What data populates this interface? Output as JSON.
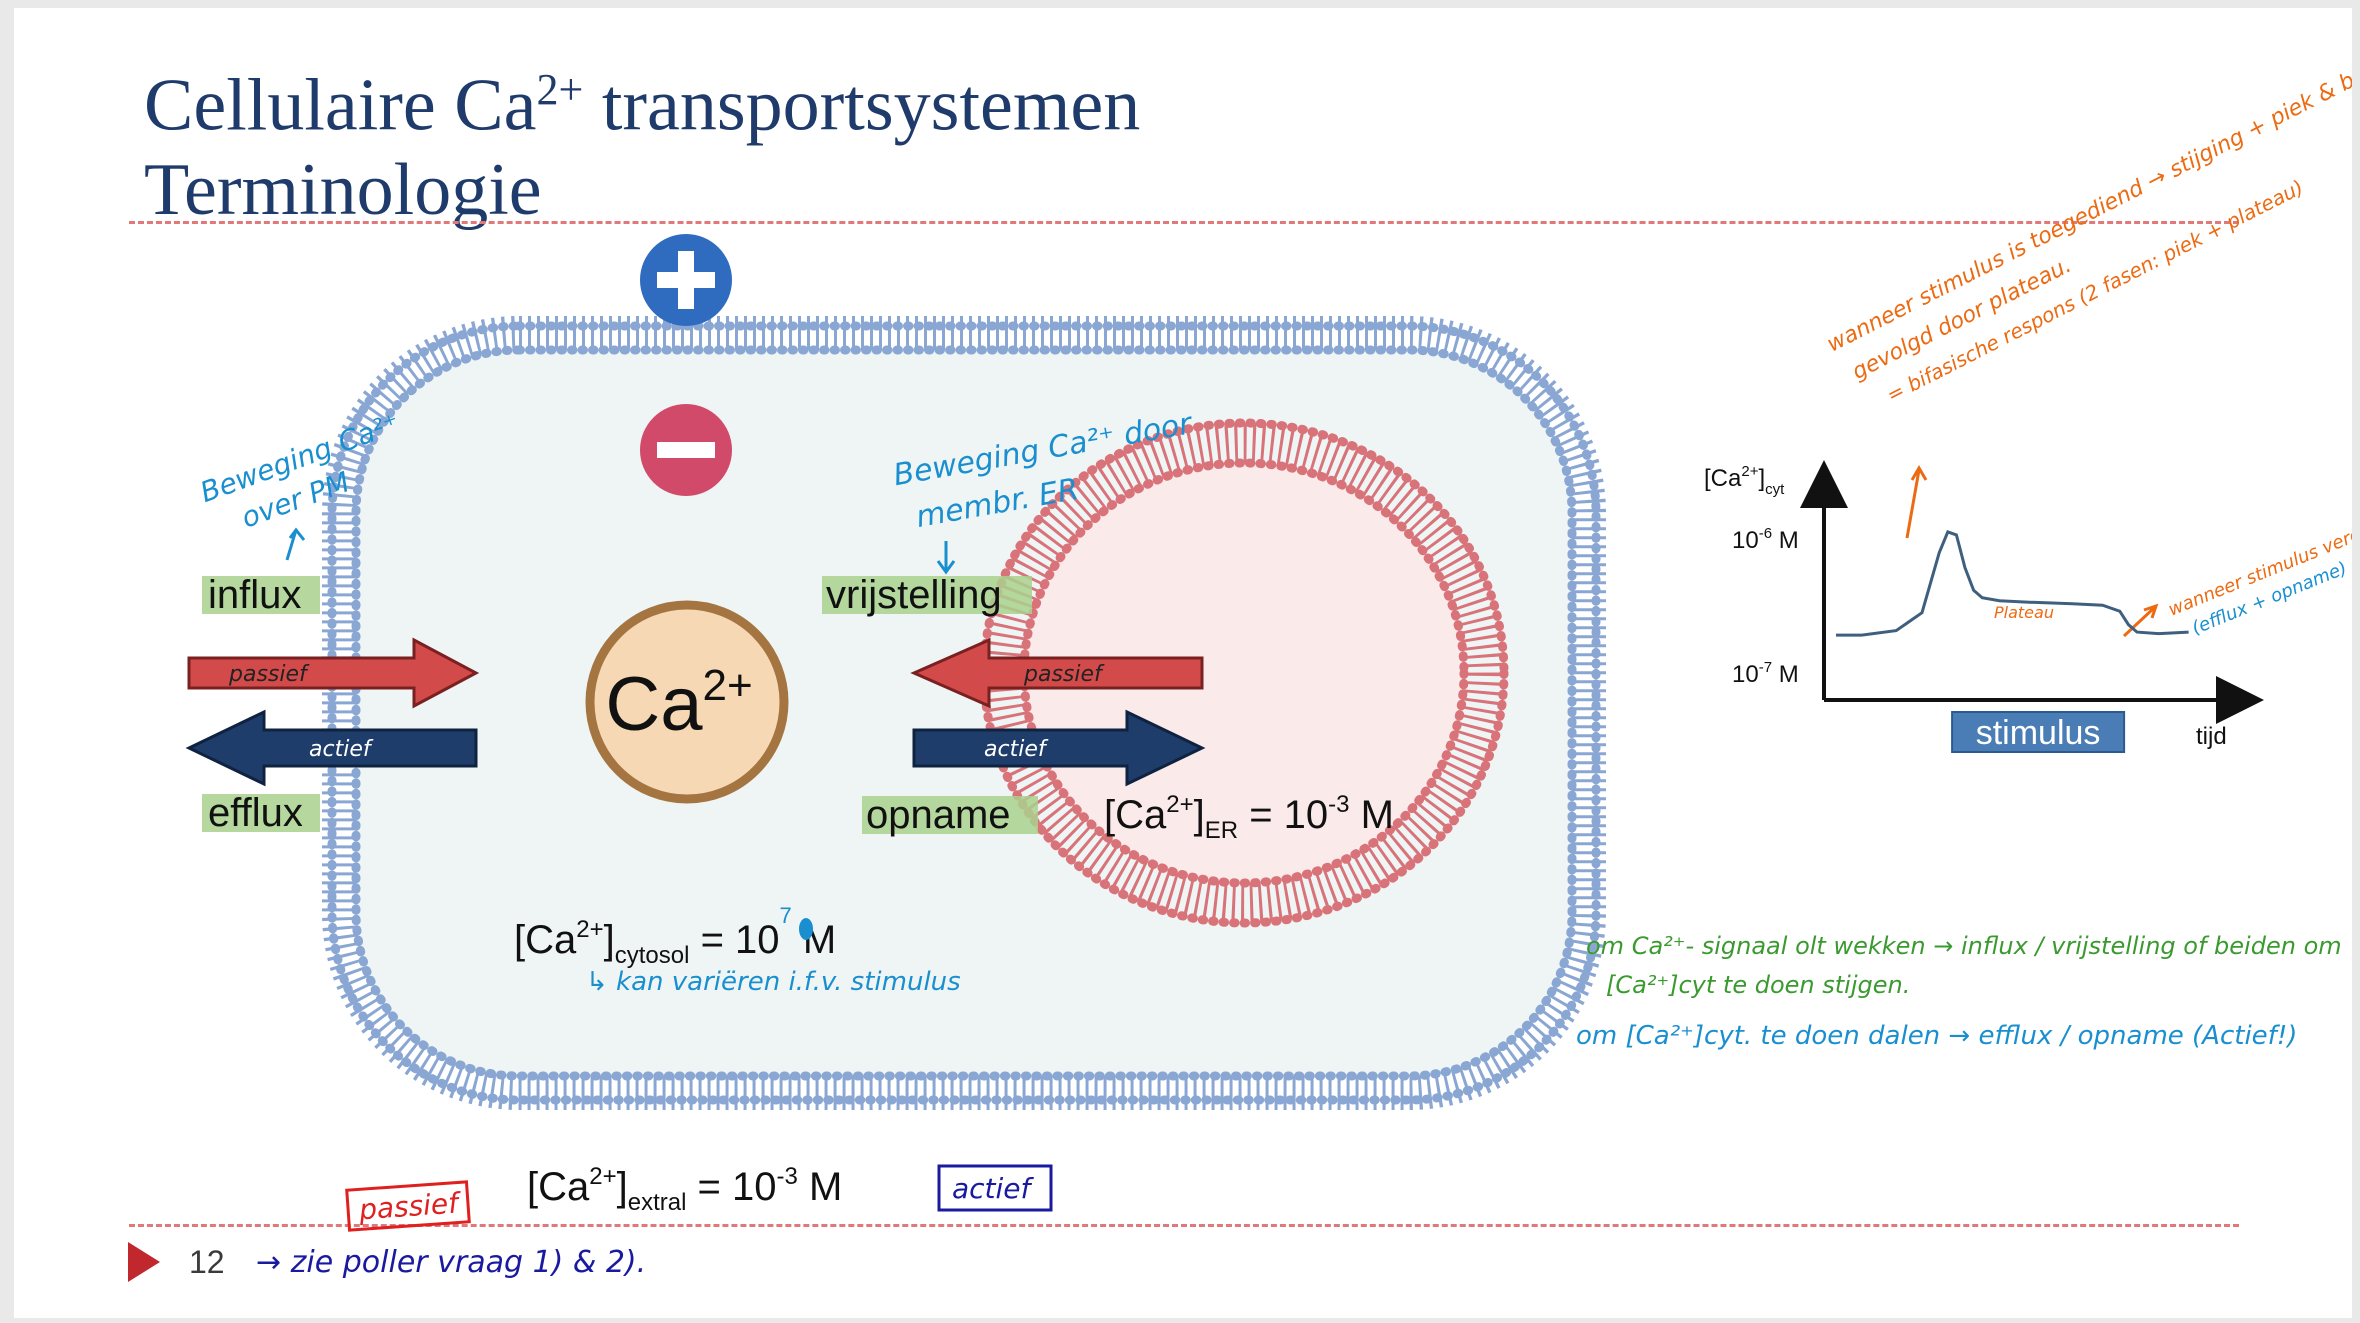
{
  "title": {
    "line1_pre": "Cellulaire Ca",
    "line1_sup": "2+",
    "line1_post": " transportsystemen",
    "line2": "Terminologie"
  },
  "colors": {
    "title": "#1f3b6b",
    "membrane": "#8aa7d4",
    "cytosol": "#eef5f4",
    "er_membrane": "#d9737a",
    "er_lumen": "#fbeaea",
    "arrow_red": "#d24a4a",
    "arrow_blue": "#1f3d6b",
    "highlight": "#a9d18e",
    "plus": "#2f6cc0",
    "minus": "#d24a6a",
    "ion": "#f6d9b4",
    "ion_border": "#a47541",
    "hand_blue": "#1a8fd0",
    "hand_orange": "#ec6b12",
    "hand_green": "#3a9a2f",
    "hand_red": "#e02020",
    "hand_navy": "#1a1aa0",
    "stimulus_bar": "#4a7db5"
  },
  "icons": {
    "plus": "plus-icon",
    "minus": "minus-icon",
    "footer": "triangle-right-icon"
  },
  "diagram": {
    "ion_label": "Ca",
    "ion_charge": "2+",
    "influx": "influx",
    "efflux": "efflux",
    "vrijstelling": "vrijstelling",
    "opname": "opname",
    "passief_left": "passief",
    "actief_left": "actief",
    "passief_right": "passief",
    "actief_right": "actief",
    "er_conc": {
      "open": "[Ca",
      "charge": "2+",
      "close": "]",
      "sub": "ER",
      "eq": " = 10",
      "exp": "-3",
      "unit": " M"
    },
    "cyt_conc": {
      "open": "[Ca",
      "charge": "2+",
      "close": "]",
      "sub": "cytosol",
      "eq": " = 10",
      "exp": "7",
      "unit": " M"
    },
    "extra_conc": {
      "open": "[Ca",
      "charge": "2+",
      "close": "]",
      "sub": "extral",
      "eq": " = 10",
      "exp": "-3",
      "unit": " M"
    }
  },
  "notes": {
    "pm_line1": "Beweging Ca²⁺",
    "pm_line2": "over PM",
    "er_line1": "Beweging Ca²⁺ door",
    "er_line2": "membr. ER",
    "cyt_note": "↳ kan variëren i.f.v. stimulus",
    "passief_box": "passief",
    "actief_box": "actief",
    "footer": "→ zie poller vraag 1) & 2).",
    "signal_line1": "om Ca²⁺- signaal olt wekken → influx / vrijstelling of beiden om",
    "signal_line2": "[Ca²⁺]cyt te doen stijgen.",
    "signal_line3": "om [Ca²⁺]cyt. te doen dalen → efflux / opname (Actief!)",
    "orange_line1": "wanneer stimulus is toegediend → stijging + piek & bereikt",
    "orange_line2": "gevolgd door plateau.",
    "orange_line3": "= bifasische respons (2 fasen: piek + plateau)",
    "after_stim": "wanneer stimulus verdwijnt",
    "after_stim2": "(efflux + opname)",
    "plateau": "Plateau"
  },
  "chart_data": {
    "type": "line",
    "ylabel_main": "[Ca",
    "ylabel_sup": "2+",
    "ylabel_post": "]",
    "ylabel_sub": "cyt",
    "xlabel": "tijd",
    "y_ticks": [
      {
        "pre": "10",
        "exp": "-6",
        "post": " M"
      },
      {
        "pre": "10",
        "exp": "-7",
        "post": " M"
      }
    ],
    "stimulus_label": "stimulus",
    "stimulus": [
      0.27,
      0.67
    ],
    "series": [
      {
        "x": [
          0,
          0.06,
          0.14,
          0.2,
          0.24,
          0.26,
          0.28,
          0.3,
          0.32,
          0.34,
          0.38,
          0.45,
          0.55,
          0.62,
          0.66,
          0.68,
          0.7,
          0.75,
          0.82
        ],
        "y": [
          0.3,
          0.3,
          0.33,
          0.45,
          0.85,
          0.99,
          0.97,
          0.75,
          0.6,
          0.55,
          0.53,
          0.52,
          0.51,
          0.5,
          0.46,
          0.37,
          0.32,
          0.31,
          0.32
        ]
      }
    ]
  },
  "footer": {
    "page": "12"
  }
}
